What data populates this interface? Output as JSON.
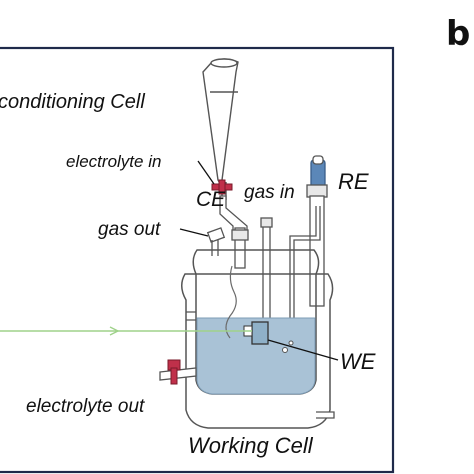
{
  "panel_label": "b",
  "labels": {
    "conditioning_cell": "conditioning Cell",
    "electrolyte_in": "electrolyte in",
    "ce": "CE",
    "gas_in": "gas in",
    "re": "RE",
    "gas_out": "gas out",
    "we": "WE",
    "electrolyte_out": "electrolyte out",
    "working_cell": "Working Cell"
  },
  "colors": {
    "frame": "#1f2a4a",
    "glass": "#555555",
    "electrolyte": "#a9c2d6",
    "electrolyte_dark": "#8fb0c8",
    "beam": "#9fd28a",
    "valve": "#c0304a",
    "re_cap": "#5b87b8",
    "text": "#111111"
  }
}
